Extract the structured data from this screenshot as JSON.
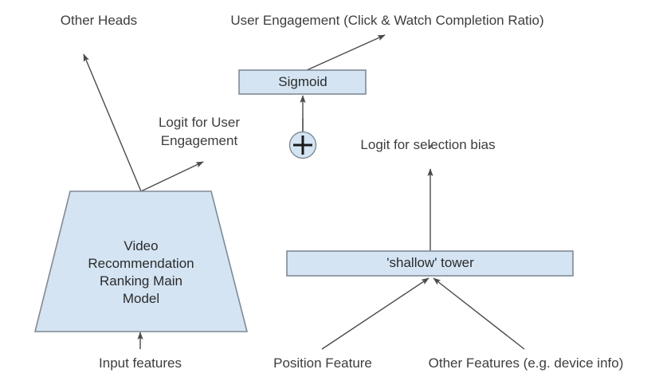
{
  "diagram": {
    "title_top_left": "Other Heads",
    "title_top_right": "User Engagement (Click & Watch Completion Ratio)",
    "colors": {
      "node_fill": "#d4e4f3",
      "node_stroke": "#7f8a95",
      "arrow_stroke": "#4a4a4a",
      "text": "#3d3d3d",
      "background": "#ffffff"
    },
    "nodes": {
      "sigmoid": {
        "label": "Sigmoid",
        "shape": "rect"
      },
      "plus": {
        "label": "+",
        "shape": "circle-plus"
      },
      "main_model": {
        "label": "Video\nRecommendation\nRanking Main\nModel",
        "shape": "trapezoid"
      },
      "shallow_tower": {
        "label": "'shallow' tower",
        "shape": "rect"
      }
    },
    "edge_labels": {
      "logit_user_engagement": "Logit for User\nEngagement",
      "logit_selection_bias": "Logit for selection bias"
    },
    "inputs": {
      "main_model_input": "Input features",
      "tower_input_left": "Position Feature",
      "tower_input_right": "Other Features (e.g. device info)"
    }
  }
}
